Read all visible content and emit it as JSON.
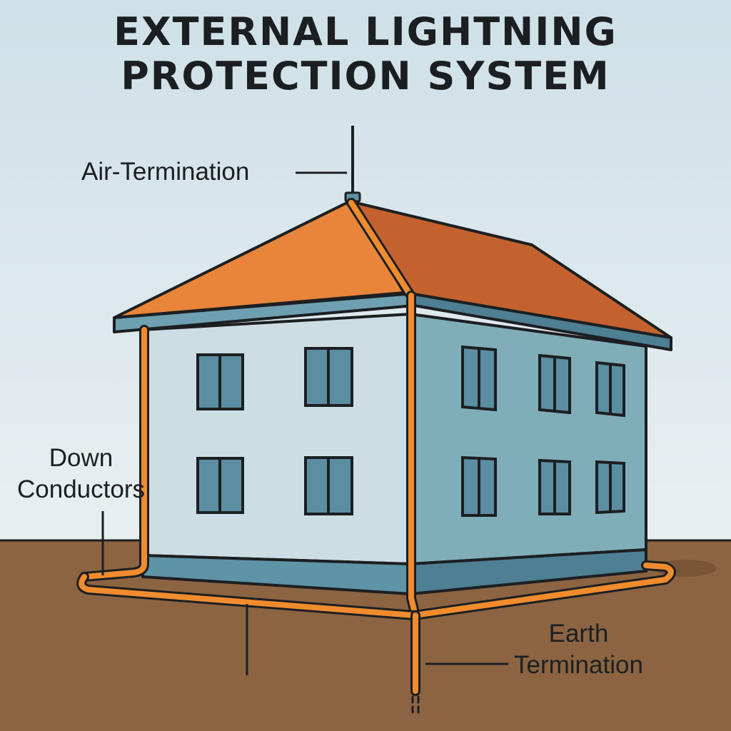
{
  "title": {
    "line1": "EXTERNAL LIGHTNING",
    "line2": "PROTECTION SYSTEM"
  },
  "labels": {
    "air_termination": "Air-Termination",
    "down_conductors_line1": "Down",
    "down_conductors_line2": "Conductors",
    "earth_termination_line1": "Earth",
    "earth_termination_line2": "Termination"
  },
  "colors": {
    "sky_top": "#cfe0e8",
    "sky_bottom": "#e8eff0",
    "ground": "#8c6442",
    "roof_front": "#e8853a",
    "roof_side": "#c4622f",
    "wall_front": "#cddde4",
    "wall_side": "#7faeb8",
    "window": "#5b8ea2",
    "trim": "#5f93a6",
    "conductor": "#f08c2e",
    "outline": "#1c1f22"
  }
}
